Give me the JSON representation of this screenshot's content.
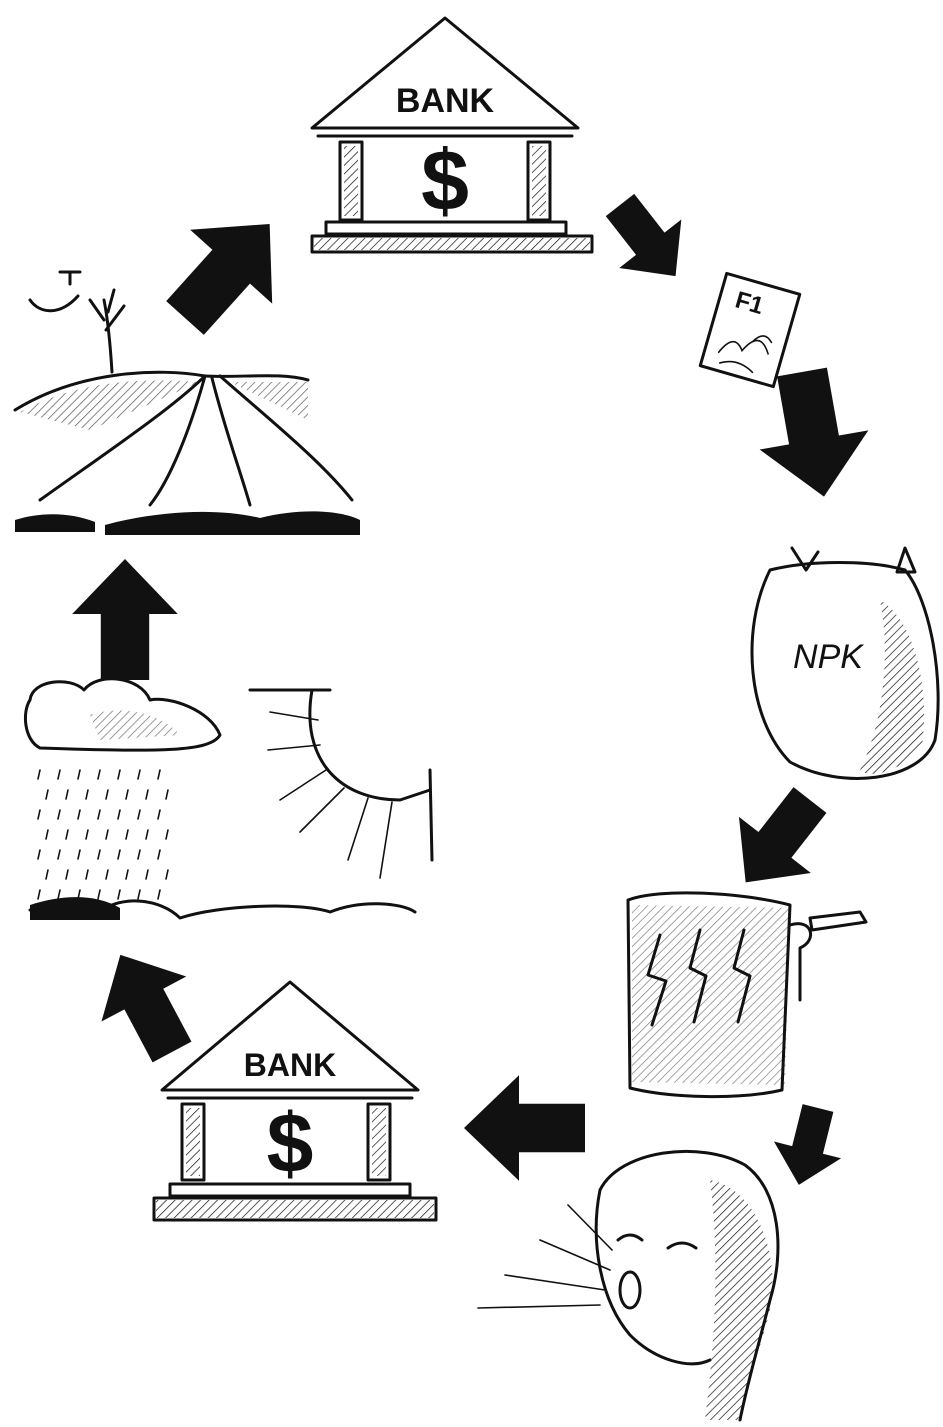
{
  "diagram": {
    "bank_top": {
      "sign": "BANK",
      "symbol": "$"
    },
    "bank_bottom": {
      "sign": "BANK",
      "symbol": "$"
    },
    "seed_packet": {
      "label": "F1"
    },
    "fertilizer_sack": {
      "label": "NPK"
    },
    "flow_order": [
      "bank",
      "seed-packet",
      "fertilizer-sack",
      "pesticide",
      "crying-farmer",
      "bank",
      "weather",
      "barren-field",
      "bank"
    ]
  },
  "colors": {
    "ink": "#111111",
    "paper": "#ffffff"
  }
}
